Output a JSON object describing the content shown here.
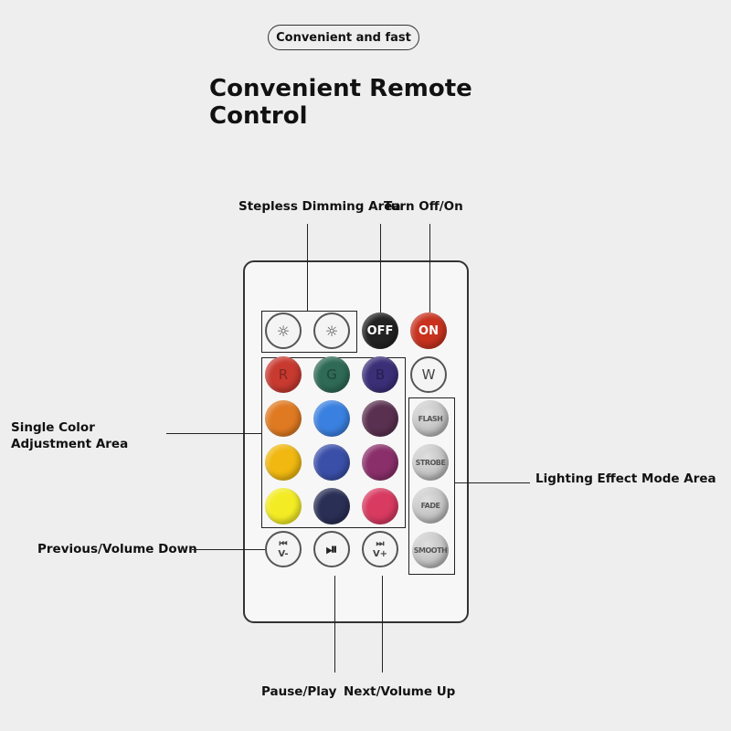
{
  "header": {
    "badge": "Convenient and fast",
    "title": "Convenient Remote Control"
  },
  "callouts": {
    "dimming": "Stepless Dimming Area",
    "onoff": "Turn Off/On",
    "single_color": "Single Color Adjustment Area",
    "lighting_effect": "Lighting Effect Mode Area",
    "previous": "Previous/Volume Down",
    "pause": "Pause/Play",
    "next": "Next/Volume Up"
  },
  "remote": {
    "off_label": "OFF",
    "on_label": "ON",
    "white_label": "W",
    "colors": [
      {
        "label": "R",
        "color": "#c83a30"
      },
      {
        "label": "G",
        "color": "#2e6a55"
      },
      {
        "label": "B",
        "color": "#3b2f78"
      },
      {
        "label": "",
        "color": "#e07a22"
      },
      {
        "label": "",
        "color": "#3a80e0"
      },
      {
        "label": "",
        "color": "#5a3050"
      },
      {
        "label": "",
        "color": "#f0b810"
      },
      {
        "label": "",
        "color": "#3a4fa8"
      },
      {
        "label": "",
        "color": "#8a2f6a"
      },
      {
        "label": "",
        "color": "#f3ec25"
      },
      {
        "label": "",
        "color": "#2a2f55"
      },
      {
        "label": "",
        "color": "#d83a60"
      }
    ],
    "effects": [
      "FLASH",
      "STROBE",
      "FADE",
      "SMOOTH"
    ],
    "media": {
      "prev_icon": "⏮",
      "prev_label": "V-",
      "play_icon": "⏯",
      "next_icon": "⏭",
      "next_label": "V+"
    }
  }
}
